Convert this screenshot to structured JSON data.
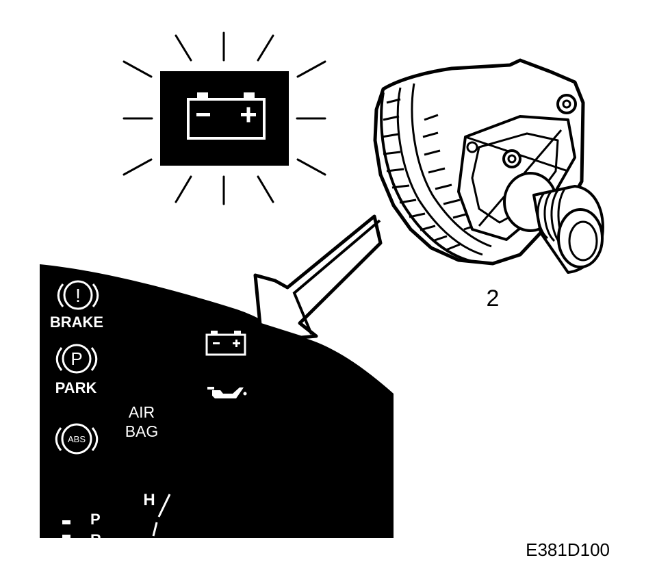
{
  "figure": {
    "colors": {
      "ink": "#000000",
      "paper": "#ffffff"
    },
    "warning_lamp": {
      "icon": "battery-warning-icon",
      "minus": "−",
      "plus": "+"
    },
    "alternator": {
      "icon": "alternator-icon",
      "callout": "2"
    },
    "pointer": {
      "icon": "arrow-pointer-icon"
    },
    "cluster": {
      "brake": {
        "symbol": "!",
        "label": "BRAKE"
      },
      "park": {
        "symbol": "P",
        "label": "PARK"
      },
      "abs": {
        "symbol": "ABS"
      },
      "airbag": {
        "line1": "AIR",
        "line2": "BAG"
      },
      "battery": {
        "icon": "battery-icon",
        "minus": "−",
        "plus": "+"
      },
      "oil": {
        "icon": "oil-can-icon"
      },
      "gauge": {
        "label": "H"
      },
      "gear": {
        "p": "P",
        "r": "R"
      }
    },
    "reference": "E381D100"
  }
}
